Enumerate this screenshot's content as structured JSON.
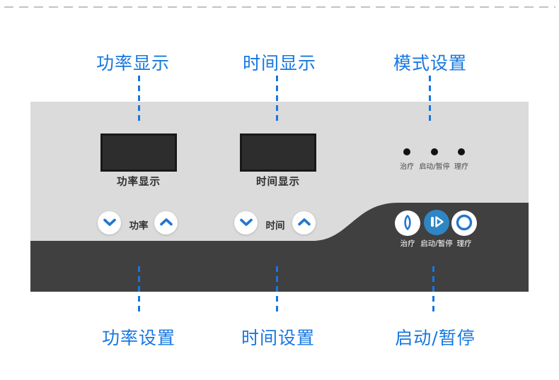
{
  "colors": {
    "annotation_blue": "#1677e0",
    "chevron_blue": "#2377cd",
    "start_pause_button_blue": "#2e86c4",
    "panel_light_gray": "#dbdbdb",
    "panel_dark_gray": "#404040",
    "screen_black": "#2d2d2d"
  },
  "top_annotations": {
    "power_display": "功率显示",
    "time_display": "时间显示",
    "mode_settings": "模式设置"
  },
  "bottom_annotations": {
    "power_settings": "功率设置",
    "time_settings": "时间设置",
    "start_pause": "启动/暂停"
  },
  "panel": {
    "power_screen_caption": "功率显示",
    "time_screen_caption": "时间显示",
    "indicators": [
      {
        "label": "治疗"
      },
      {
        "label": "启动/暂停"
      },
      {
        "label": "理疗"
      }
    ],
    "power_stepper_label": "功率",
    "time_stepper_label": "时间",
    "mode_buttons": [
      {
        "label": "治疗",
        "icon": "lens-icon"
      },
      {
        "label": "启动/暂停",
        "icon": "play-pause-icon"
      },
      {
        "label": "理疗",
        "icon": "ring-icon"
      }
    ]
  }
}
